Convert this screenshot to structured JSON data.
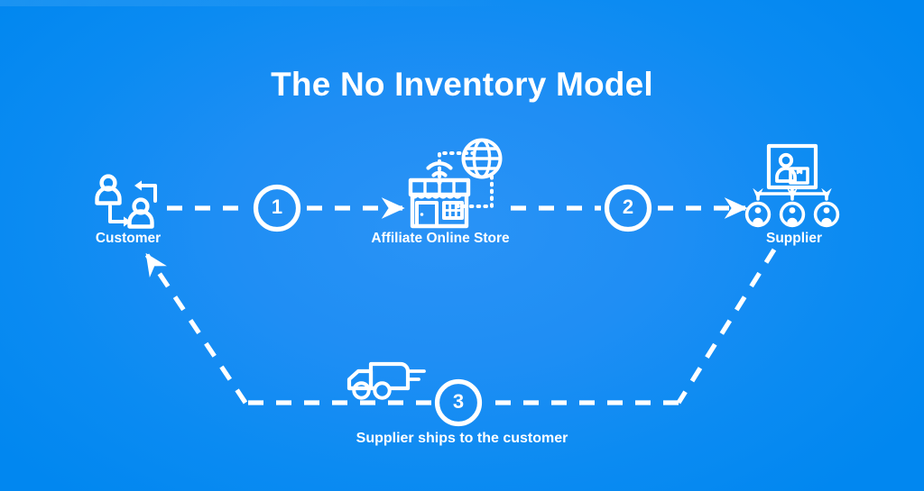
{
  "title": "The No Inventory Model",
  "theme": {
    "background_blue": "#0a8bf2",
    "background_center_blue": "#2a93f6",
    "stroke_white": "#ffffff"
  },
  "nodes": [
    {
      "id": "customer",
      "label": "Customer",
      "icon": "two-people-exchange-icon"
    },
    {
      "id": "affiliate-online-store",
      "label": "Affiliate Online Store",
      "icon": "storefront-wifi-globe-icon"
    },
    {
      "id": "supplier",
      "label": "Supplier",
      "icon": "supplier-network-icon"
    }
  ],
  "steps": [
    {
      "number": "1",
      "from": "customer",
      "to": "affiliate-online-store"
    },
    {
      "number": "2",
      "from": "affiliate-online-store",
      "to": "supplier"
    },
    {
      "number": "3",
      "from": "supplier",
      "to": "customer",
      "label": "Supplier ships to the customer",
      "icon": "delivery-truck-icon"
    }
  ],
  "shipping_label": "Supplier ships to the customer"
}
